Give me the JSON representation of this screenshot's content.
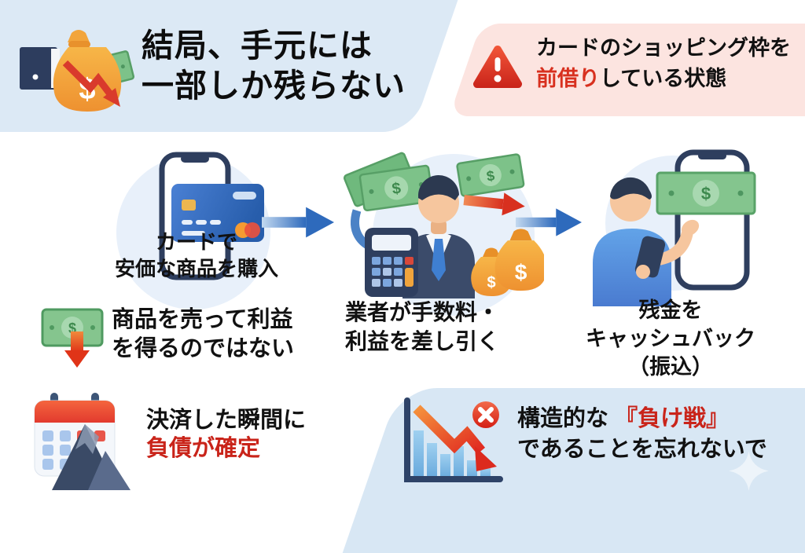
{
  "header": {
    "title_lines": [
      "結局、手元には",
      "一部しか残らない"
    ]
  },
  "warning": {
    "line1": "カードのショッピング枠を",
    "line2_red": "前借り",
    "line2_rest": "している状態"
  },
  "flow": {
    "steps": [
      {
        "lines": [
          "カードで",
          "安価な商品を購入"
        ]
      },
      {
        "lines": [
          "業者が手数料・",
          "利益を差し引く"
        ]
      },
      {
        "lines": [
          "残金を",
          "キャッシュバック",
          "（振込）"
        ]
      }
    ]
  },
  "notes": {
    "no_profit": {
      "line1": "商品を売って利益",
      "line2": "を得るのではない"
    },
    "debt": {
      "line1": "決済した瞬間に",
      "line2_red": "負債が確定"
    }
  },
  "footer": {
    "line1_black": "構造的な ",
    "line1_red": "『負け戦』",
    "line2": "であることを忘れないで"
  },
  "icons": {
    "dollar": "$",
    "names": [
      "money-bag-hand-icon",
      "warning-triangle-icon",
      "phone-credit-card-icon",
      "broker-fees-icon",
      "cashback-phone-icon",
      "flow-arrow-icon",
      "cash-decrease-icon",
      "calendar-debt-icon",
      "declining-chart-icon",
      "sparkle-icon"
    ]
  },
  "colors": {
    "background": "#ffffff",
    "header_panel": "#dce9f5",
    "warning_panel": "#fce4e0",
    "footer_panel": "#d8e7f4",
    "step_circle": "#e8f0fa",
    "text_primary": "#0d0d0d",
    "text_red": "#c9241a",
    "accent_red_bright": "#d8301f",
    "arrow_blue": "#2e6abc",
    "money_green": "#7dc289",
    "bag_orange": "#f2a53c",
    "navy": "#2e3e5e"
  }
}
